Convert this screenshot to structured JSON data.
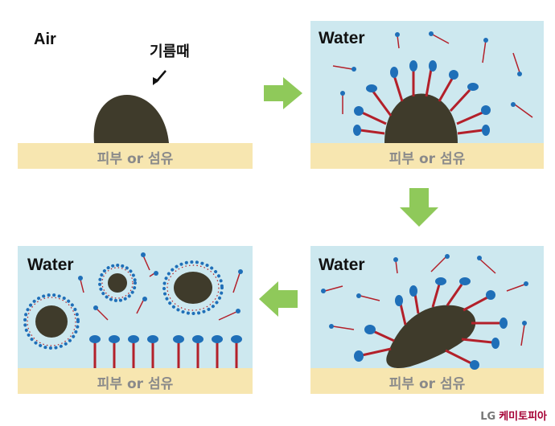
{
  "panel1": {
    "medium": "Air",
    "stain_label": "기름때",
    "surface_label": "피부 or 섬유"
  },
  "panel2": {
    "medium": "Water",
    "surface_label": "피부 or 섬유"
  },
  "panel3": {
    "medium": "Water",
    "surface_label": "피부 or 섬유"
  },
  "panel4": {
    "medium": "Water",
    "surface_label": "피부 or 섬유"
  },
  "branding": {
    "prefix": "LG",
    "name": "케미토피아"
  },
  "colors": {
    "water": "#cde8ef",
    "surface": "#f7e6b0",
    "oil": "#3f3b2b",
    "tail": "#b3202a",
    "head": "#1f6fb8",
    "arrow": "#8fc95a"
  }
}
